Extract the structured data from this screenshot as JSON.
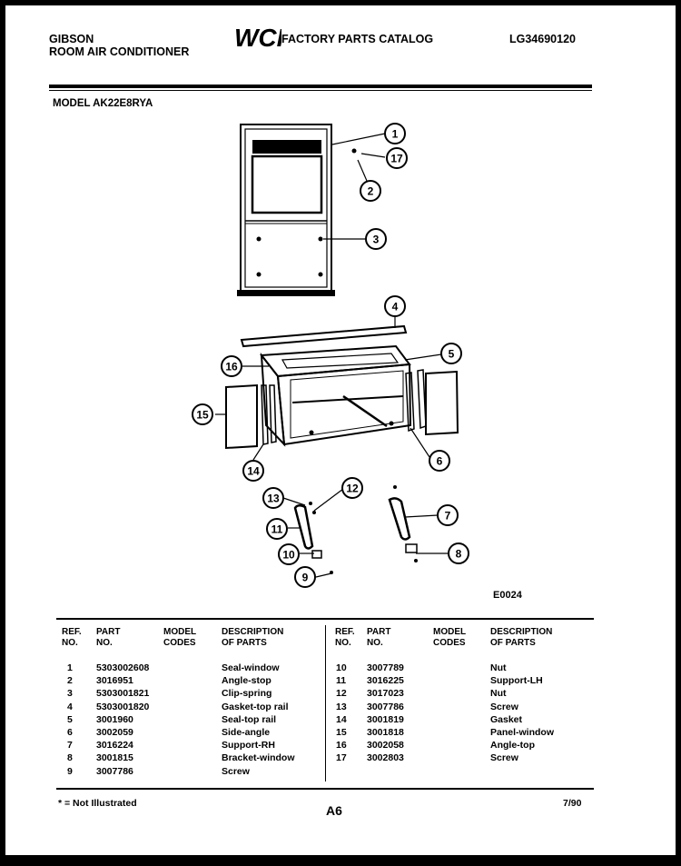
{
  "header": {
    "brand": "GIBSON",
    "product": "ROOM AIR CONDITIONER",
    "logo_text": "WCI",
    "catalog_title": "FACTORY PARTS CATALOG",
    "catalog_id": "LG34690120"
  },
  "model_line": "MODEL AK22E8RYA",
  "diagram": {
    "code": "E0024",
    "callouts": [
      "1",
      "17",
      "2",
      "3",
      "4",
      "5",
      "16",
      "15",
      "6",
      "14",
      "12",
      "13",
      "11",
      "10",
      "9",
      "7",
      "8"
    ]
  },
  "table": {
    "headers": {
      "ref_no": [
        "REF.",
        "NO."
      ],
      "part_no": [
        "PART",
        "NO."
      ],
      "model_codes": [
        "MODEL",
        "CODES"
      ],
      "description": [
        "DESCRIPTION",
        "OF PARTS"
      ]
    },
    "left_rows": [
      {
        "ref": "1",
        "part": "5303002608",
        "desc": "Seal-window"
      },
      {
        "ref": "2",
        "part": "3016951",
        "desc": "Angle-stop"
      },
      {
        "ref": "3",
        "part": "5303001821",
        "desc": "Clip-spring"
      },
      {
        "ref": "4",
        "part": "5303001820",
        "desc": "Gasket-top rail"
      },
      {
        "ref": "5",
        "part": "3001960",
        "desc": "Seal-top rail"
      },
      {
        "ref": "6",
        "part": "3002059",
        "desc": "Side-angle"
      },
      {
        "ref": "7",
        "part": "3016224",
        "desc": "Support-RH"
      },
      {
        "ref": "8",
        "part": "3001815",
        "desc": "Bracket-window"
      },
      {
        "ref": "9",
        "part": "3007786",
        "desc": "Screw"
      }
    ],
    "right_rows": [
      {
        "ref": "10",
        "part": "3007789",
        "desc": "Nut"
      },
      {
        "ref": "11",
        "part": "3016225",
        "desc": "Support-LH"
      },
      {
        "ref": "12",
        "part": "3017023",
        "desc": "Nut"
      },
      {
        "ref": "13",
        "part": "3007786",
        "desc": "Screw"
      },
      {
        "ref": "14",
        "part": "3001819",
        "desc": "Gasket"
      },
      {
        "ref": "15",
        "part": "3001818",
        "desc": "Panel-window"
      },
      {
        "ref": "16",
        "part": "3002058",
        "desc": "Angle-top"
      },
      {
        "ref": "17",
        "part": "3002803",
        "desc": "Screw"
      }
    ]
  },
  "footer": {
    "note": "* = Not Illustrated",
    "page": "A6",
    "date": "7/90"
  }
}
